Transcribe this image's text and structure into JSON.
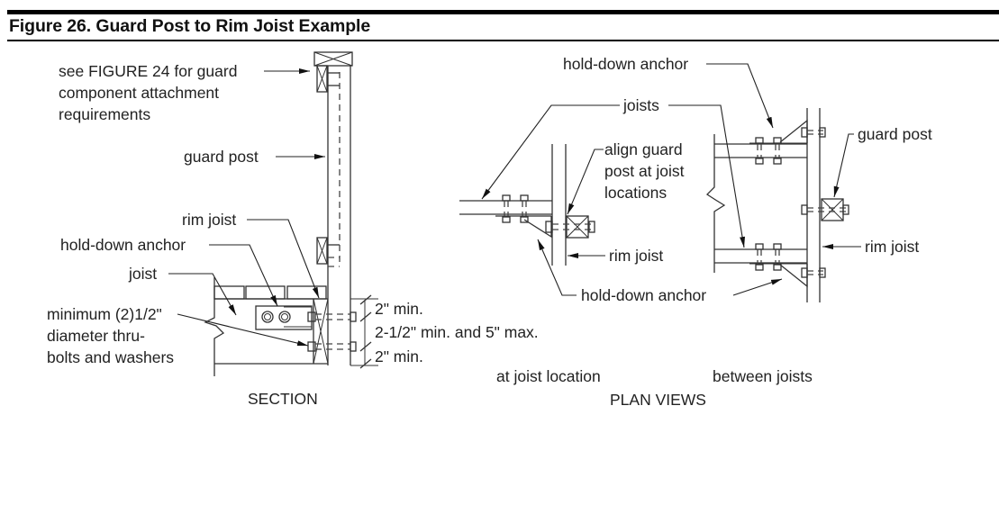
{
  "figure": {
    "title": "Figure 26. Guard Post to Rim Joist Example"
  },
  "section_view": {
    "caption": "SECTION",
    "labels": {
      "see_figure_line1": "see FIGURE 24 for guard",
      "see_figure_line2": "component attachment",
      "see_figure_line3": "requirements",
      "guard_post": "guard post",
      "rim_joist": "rim joist",
      "hold_down_anchor": "hold-down anchor",
      "joist": "joist",
      "bolts_line1": "minimum (2)1/2\"",
      "bolts_line2": "diameter thru-",
      "bolts_line3": "bolts and washers"
    },
    "dimensions": {
      "top_edge": "2\" min.",
      "spacing": "2-1/2\" min. and 5\" max.",
      "bottom_edge": "2\" min."
    }
  },
  "plan_views": {
    "caption": "PLAN VIEWS",
    "at_joist_caption": "at joist location",
    "between_joists_caption": "between joists",
    "labels": {
      "hold_down_anchor_top": "hold-down anchor",
      "joists": "joists",
      "align_line1": "align guard",
      "align_line2": "post at joist",
      "align_line3": "locations",
      "rim_joist_left": "rim joist",
      "hold_down_anchor_bottom": "hold-down anchor",
      "guard_post": "guard post",
      "rim_joist_right": "rim joist"
    }
  }
}
